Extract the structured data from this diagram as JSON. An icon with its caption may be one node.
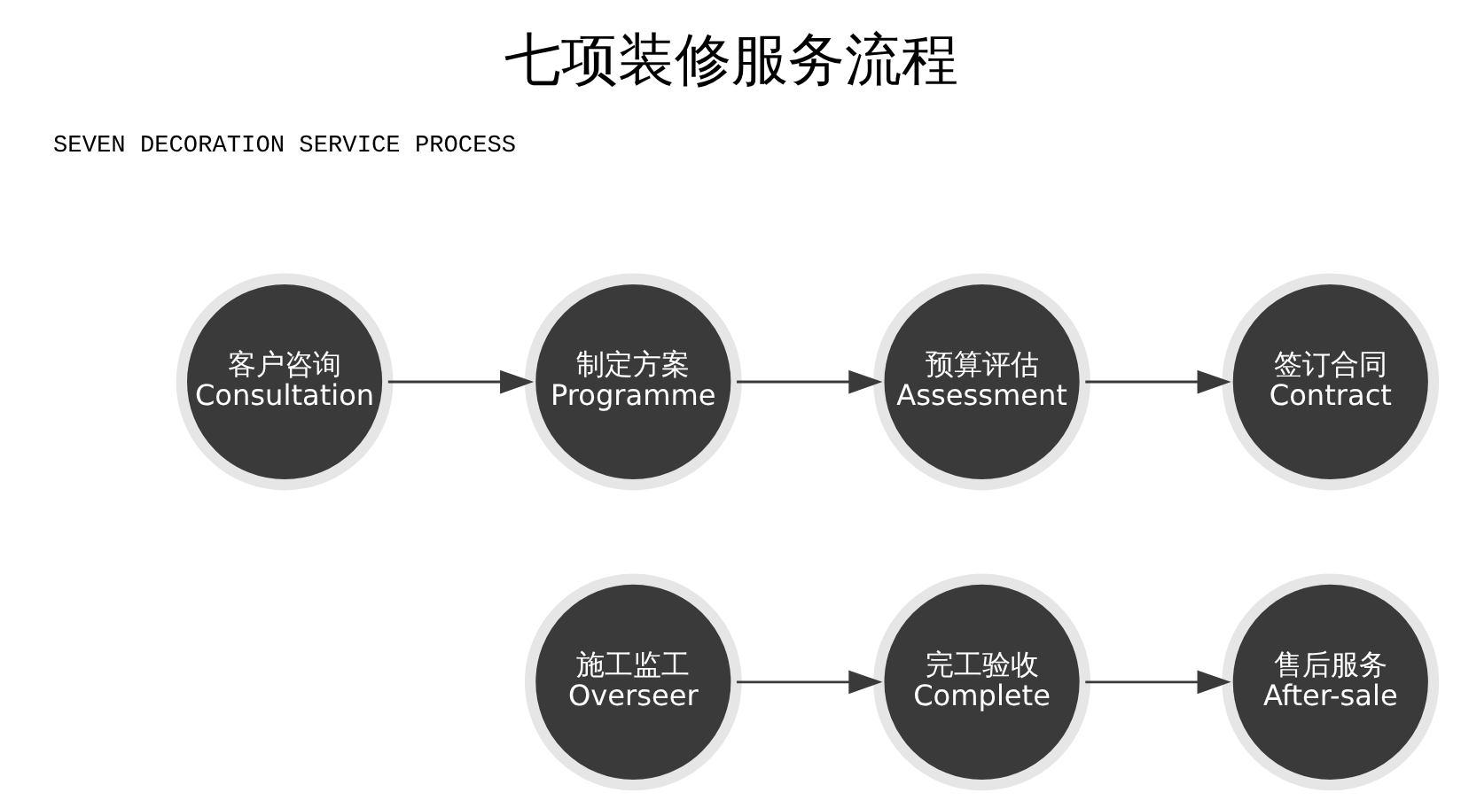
{
  "diagram": {
    "title": "七项装修服务流程",
    "nodes": [
      {
        "text": [
          "客户咨询",
          "Consultation"
        ]
      },
      {
        "text": [
          "制定方案",
          "Programme"
        ]
      },
      {
        "text": [
          "预算评估",
          "Assessment"
        ]
      },
      {
        "text": [
          "签订合同",
          "Contract"
        ]
      },
      {
        "text": [
          "施工监工",
          "Overseer"
        ]
      },
      {
        "text": [
          "完工验收",
          "Complete"
        ]
      },
      {
        "text": [
          "售后服务",
          "After-sale"
        ]
      }
    ],
    "edges": [
      {
        "from": 0,
        "to": 1,
        "arrow": "to"
      },
      {
        "from": 1,
        "to": 2,
        "arrow": "to"
      },
      {
        "from": 2,
        "to": 3,
        "arrow": "to"
      },
      {
        "from": 4,
        "to": 5,
        "arrow": "to"
      },
      {
        "from": 5,
        "to": 6,
        "arrow": "to"
      }
    ],
    "labels": [
      "SEVEN DECORATION SERVICE PROCESS"
    ]
  }
}
